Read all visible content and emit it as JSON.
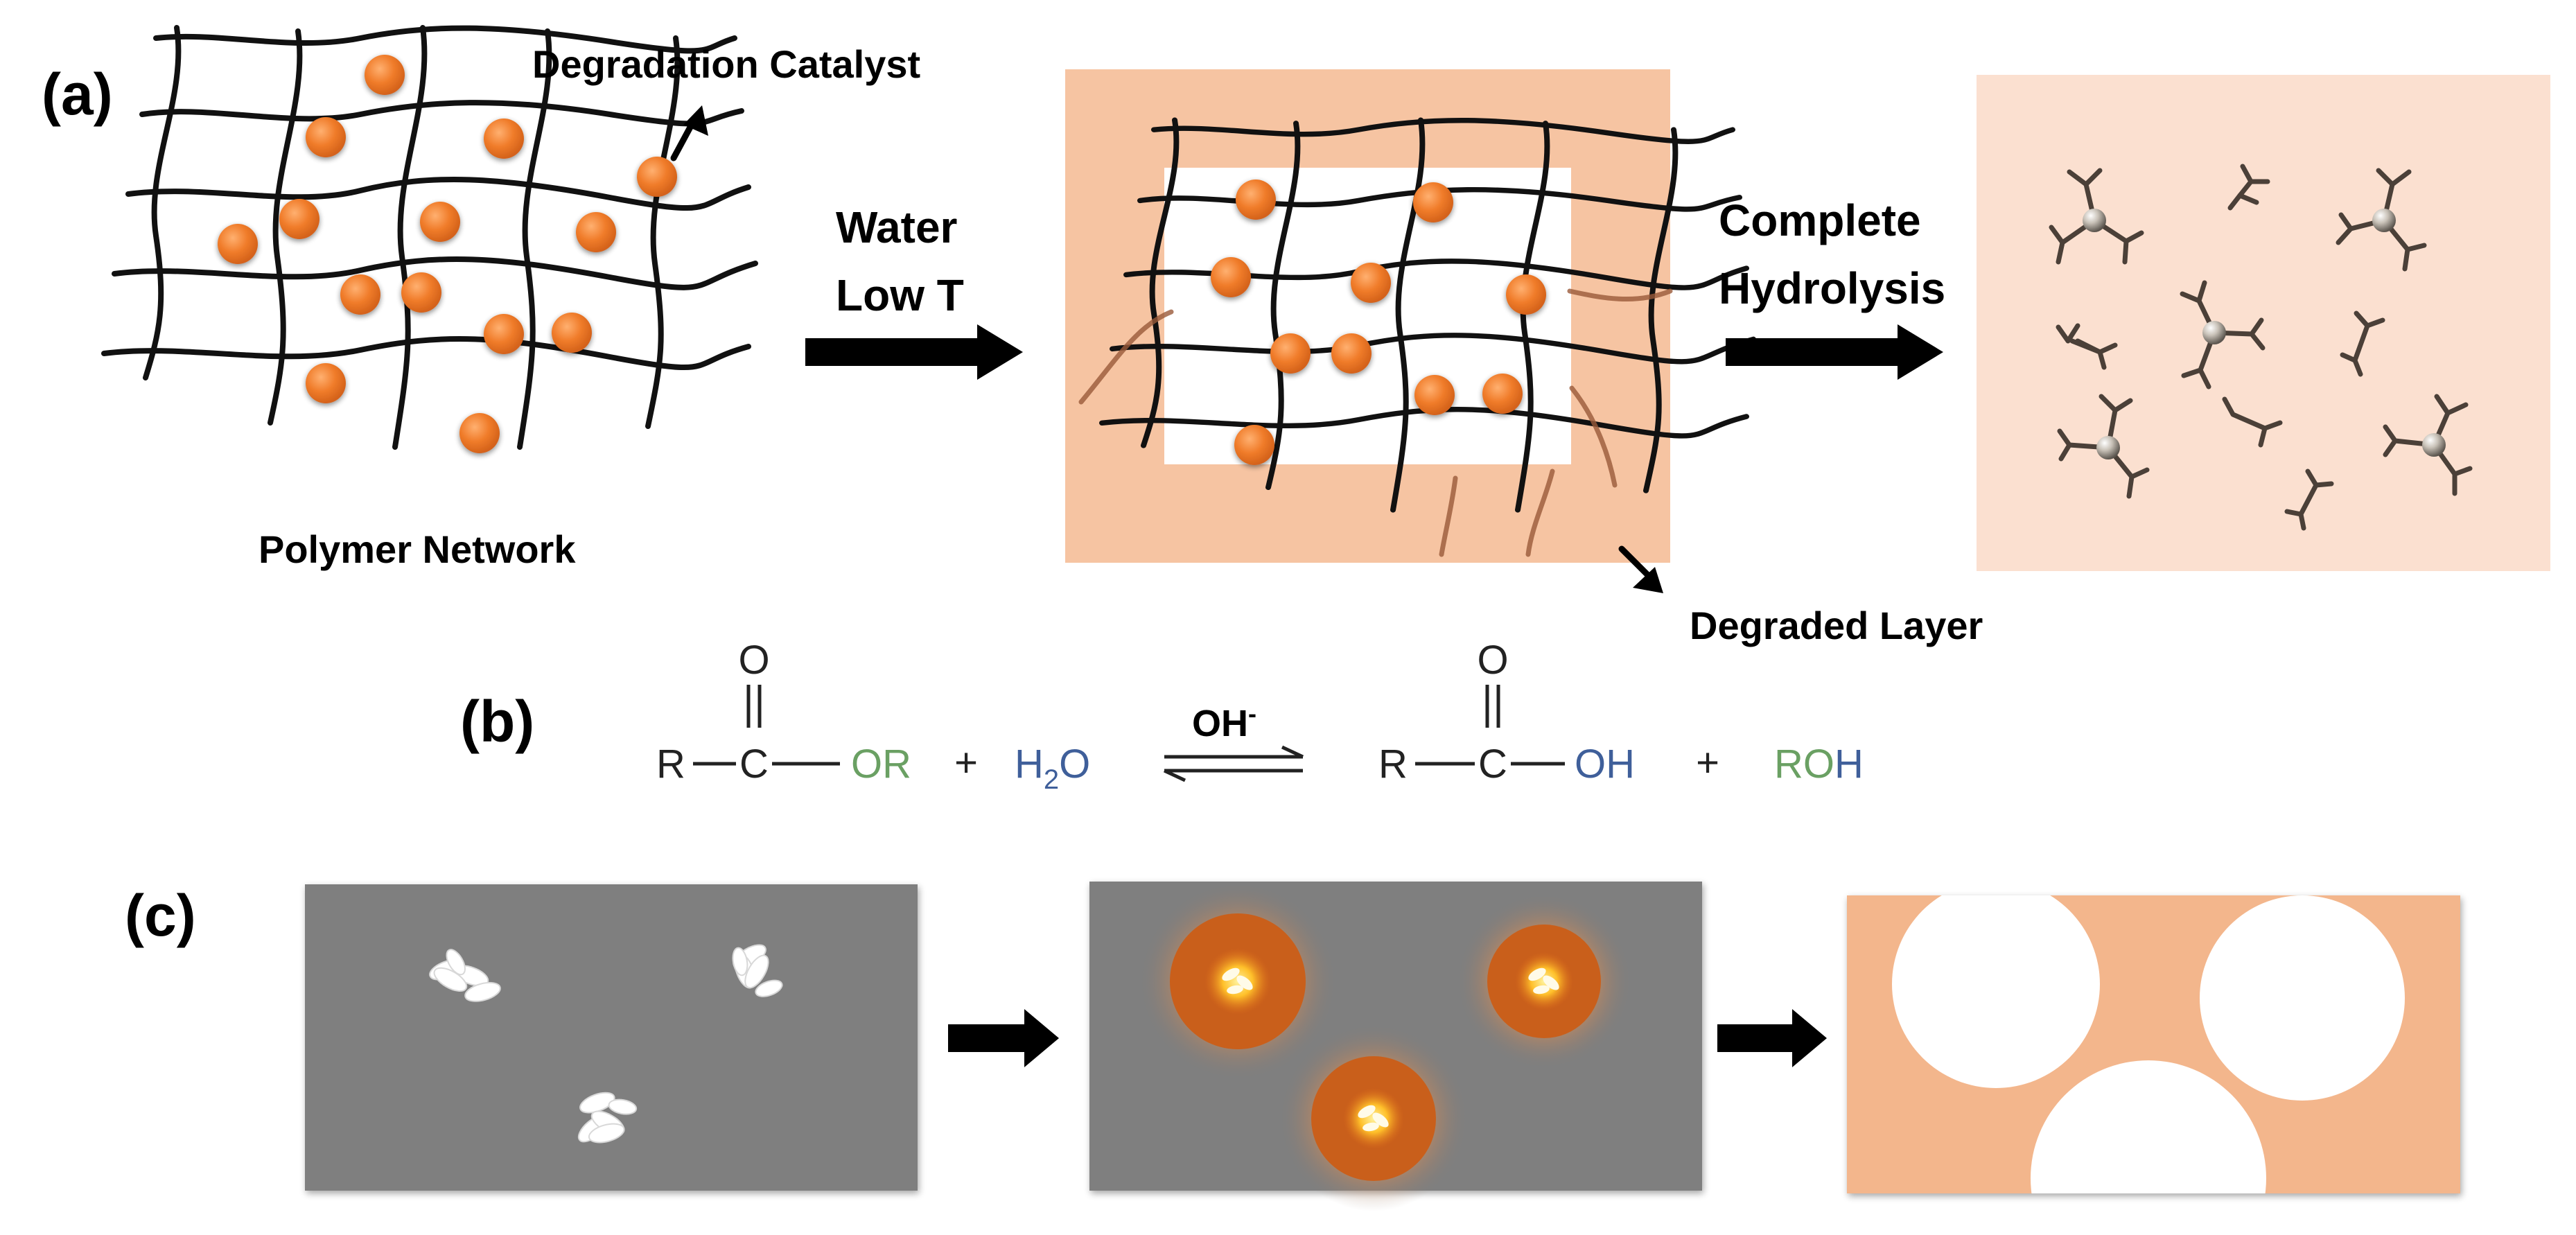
{
  "panel_labels": {
    "a": "(a)",
    "b": "(b)",
    "c": "(c)"
  },
  "panel_a": {
    "catalyst_label": "Degradation Catalyst",
    "network_label": "Polymer Network",
    "step1_line1": "Water",
    "step1_line2": "Low T",
    "degraded_label": "Degraded Layer",
    "step2_line1": "Complete",
    "step2_line2": "Hydrolysis"
  },
  "panel_b": {
    "reactant_R": "R",
    "reactant_C": "C",
    "reactant_O_top": "O",
    "reactant_OR": "OR",
    "plus1": "+",
    "water_H": "H",
    "water_sub": "2",
    "water_O": "O",
    "catalyst_OH": "OH",
    "catalyst_charge": "-",
    "product_R": "R",
    "product_C": "C",
    "product_O_top": "O",
    "product_OH": "OH",
    "plus2": "+",
    "alcohol_RO": "RO",
    "alcohol_H": "H"
  },
  "colors": {
    "catalyst_orange": "#f07c2a",
    "degraded_zone": "#f6c4a2",
    "hydrolysed_bg": "#fbe0d0",
    "panel_c_gray": "#7f7f7f",
    "panel_c_final": "#f3b68c",
    "green_group": "#6aa063",
    "blue_group": "#3f5f9a",
    "text": "#000000"
  }
}
